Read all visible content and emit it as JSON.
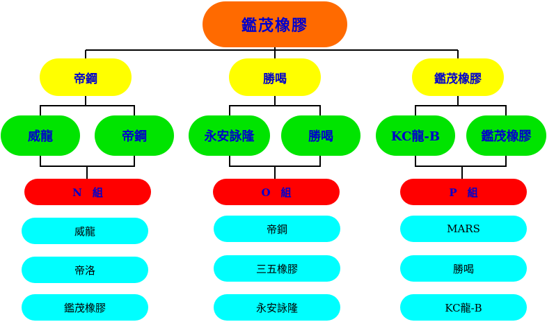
{
  "root": {
    "label": "鑑茂橡膠"
  },
  "columns": [
    {
      "parent": "帝鋼",
      "children": [
        "威龍",
        "帝鋼"
      ],
      "group": "N　組",
      "teams": [
        "威龍",
        "帝洛",
        "鑑茂橡膠"
      ]
    },
    {
      "parent": "勝喝",
      "children": [
        "永安詠隆",
        "勝喝"
      ],
      "group": "O　組",
      "teams": [
        "帝鋼",
        "三五橡膠",
        "永安詠隆"
      ]
    },
    {
      "parent": "鑑茂橡膠",
      "children": [
        "KC龍-B",
        "鑑茂橡膠"
      ],
      "group": "P　組",
      "teams": [
        "MARS",
        "勝喝",
        "KC龍-B"
      ]
    }
  ],
  "colors": {
    "root_fill": "#ff6a00",
    "tier1_fill": "#ffff00",
    "tier2_fill": "#00e400",
    "group_fill": "#ff0000",
    "team_fill": "#00ffff",
    "label_text": "#0000cc",
    "line": "#000000"
  }
}
